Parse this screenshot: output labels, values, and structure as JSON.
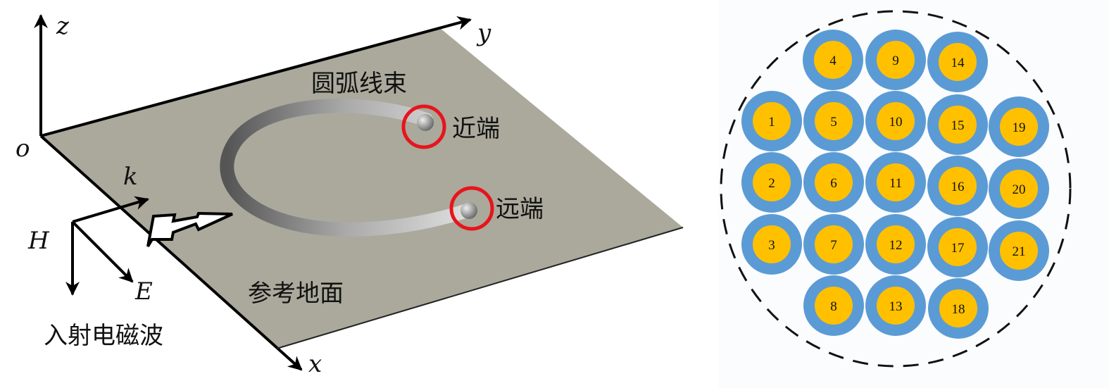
{
  "left_panel": {
    "axes": {
      "z": "z",
      "y": "y",
      "x": "x",
      "origin": "o"
    },
    "wave_vectors": {
      "k": "k",
      "H": "H",
      "E": "E"
    },
    "labels": {
      "bundle": "圆弧线束",
      "near_end": "近端",
      "far_end": "远端",
      "ground": "参考地面",
      "incident_wave": "入射电磁波"
    },
    "colors": {
      "ground": "#aaa99c",
      "marker": "#e8141c"
    }
  },
  "right_panel": {
    "conductors": [
      {
        "id": "1"
      },
      {
        "id": "2"
      },
      {
        "id": "3"
      },
      {
        "id": "4"
      },
      {
        "id": "5"
      },
      {
        "id": "6"
      },
      {
        "id": "7"
      },
      {
        "id": "8"
      },
      {
        "id": "9"
      },
      {
        "id": "10"
      },
      {
        "id": "11"
      },
      {
        "id": "12"
      },
      {
        "id": "13"
      },
      {
        "id": "14"
      },
      {
        "id": "15"
      },
      {
        "id": "16"
      },
      {
        "id": "17"
      },
      {
        "id": "18"
      },
      {
        "id": "19"
      },
      {
        "id": "20"
      },
      {
        "id": "21"
      }
    ],
    "colors": {
      "insulation": "#5b9bd5",
      "core": "#ffc000"
    }
  }
}
